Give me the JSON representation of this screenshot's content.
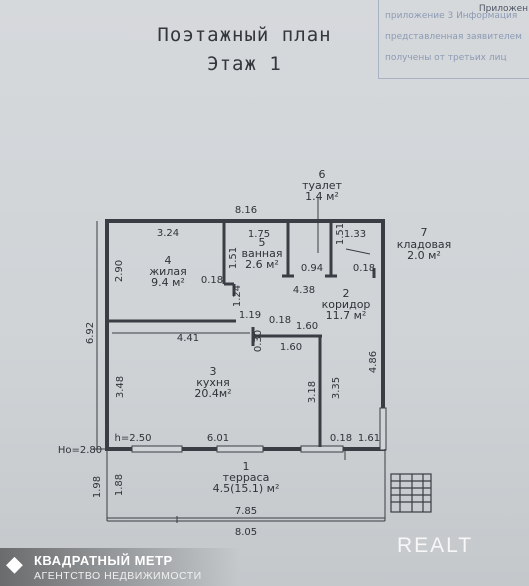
{
  "header": {
    "title": "Поэтажный план",
    "floor": "Этаж 1"
  },
  "stamp": {
    "label": "Приложен",
    "lines": [
      "приложение 3 Информация",
      "представленная заявителем",
      "получены от третьих лиц"
    ]
  },
  "rooms": {
    "living": {
      "num": "4",
      "name": "жилая",
      "area": "9.4 м²"
    },
    "bath": {
      "num": "5",
      "name": "ванная",
      "area": "2.6 м²"
    },
    "toilet": {
      "num": "6",
      "name": "туалет",
      "area": "1.4 м²"
    },
    "storage": {
      "num": "7",
      "name": "кладовая",
      "area": "2.0 м²"
    },
    "corridor": {
      "num": "2",
      "name": "коридор",
      "area": "11.7 м²"
    },
    "kitchen": {
      "num": "3",
      "name": "кухня",
      "area": "20.4м²"
    },
    "terrace": {
      "num": "1",
      "name": "терраса",
      "area": "4.5(15.1) м²"
    }
  },
  "dims": {
    "top_total": "8.16",
    "living_top": "3.24",
    "bath_top": "1.75",
    "storage_top": "1.33",
    "bath_side": "1.51",
    "storage_side": "1.51",
    "living_side": "2.90",
    "left_total": "6.92",
    "living_niche": "0.18",
    "bath_wall": "1.24",
    "toilet_width": "0.94",
    "corridor_len": "4.38",
    "storage_small": "0.18",
    "living_bottom": "4.41",
    "corridor_a": "1.19",
    "corridor_b": "0.18",
    "corridor_c": "1.60",
    "corridor_d": "0.30",
    "corridor_e": "1.60",
    "kitchen_height": "3.48",
    "kitchen_inner1": "3.18",
    "kitchen_inner2": "3.35",
    "right_side": "4.86",
    "h_level": "h=2.50",
    "kitchen_bottom": "6.01",
    "wall_thk": "0.18",
    "right_bottom": "1.61",
    "ho_level": "Ho=2.80",
    "terrace_left_outer": "1.98",
    "terrace_left_inner": "1.88",
    "terrace_inner": "7.85",
    "terrace_outer": "8.05"
  },
  "watermark": {
    "brand": "КВАДРАТНЫЙ МЕТР",
    "subtitle": "АГЕНТСТВО НЕДВИЖИМОСТИ",
    "site": "REALT"
  }
}
